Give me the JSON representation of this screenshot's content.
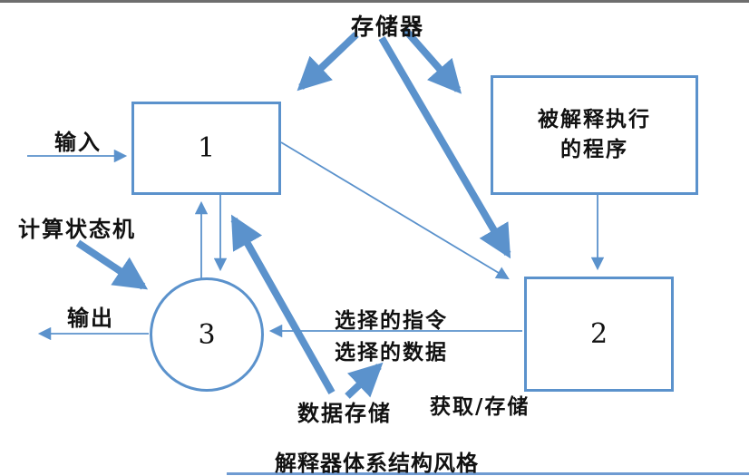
{
  "colors": {
    "accent_blue": "#5b92cc",
    "top_border_gray": "#6e6e6e",
    "bottom_line_blue": "#6f9bd2",
    "text_black": "#111111"
  },
  "nodes": {
    "box1": {
      "label": "1"
    },
    "box2": {
      "label": "2"
    },
    "circle3": {
      "label": "3"
    },
    "program_box": {
      "label": "被解释执行\n的程序"
    }
  },
  "labels": {
    "memory": "存储器",
    "input": "输入",
    "state_machine": "计算状态机",
    "output": "输出",
    "selected_instruction": "选择的指令",
    "selected_data": "选择的数据",
    "data_storage": "数据存储",
    "fetch_store": "获取/存储",
    "caption": "解释器体系结构风格"
  }
}
